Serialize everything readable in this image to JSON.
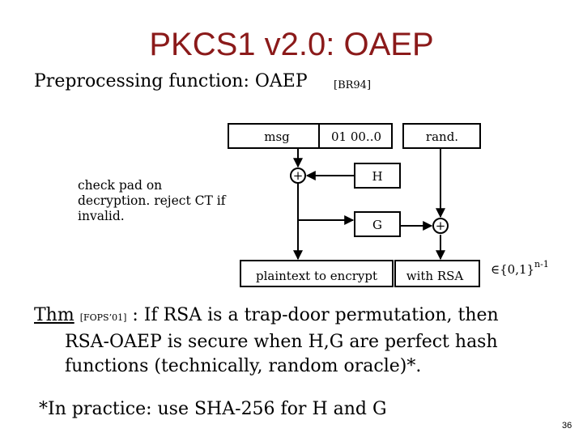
{
  "title": "PKCS1 v2.0:   OAEP",
  "subtitle": {
    "text": "Preprocessing function:  OAEP",
    "citation": "[BR94]"
  },
  "side_note": "check pad on decryption. reject CT if invalid.",
  "diagram": {
    "msg_label": "msg",
    "pad_label": "01  00..0",
    "rand_label": "rand.",
    "xor_symbol": "+",
    "h_label": "H",
    "g_label": "G",
    "plaintext_label": "plaintext to encrypt",
    "rsa_label": "with RSA",
    "domain_prefix": "∈{0,1}",
    "domain_exponent": "n-1"
  },
  "theorem": {
    "label": "Thm",
    "citation": "[FOPS’01]",
    "line1": ": If RSA is a trap-door permutation, then",
    "rest": "RSA-OAEP is secure when  H,G  are perfect hash functions (technically, random oracle)*."
  },
  "footnote": "*In practice:  use   SHA-256 for H and G",
  "page_number": "36"
}
